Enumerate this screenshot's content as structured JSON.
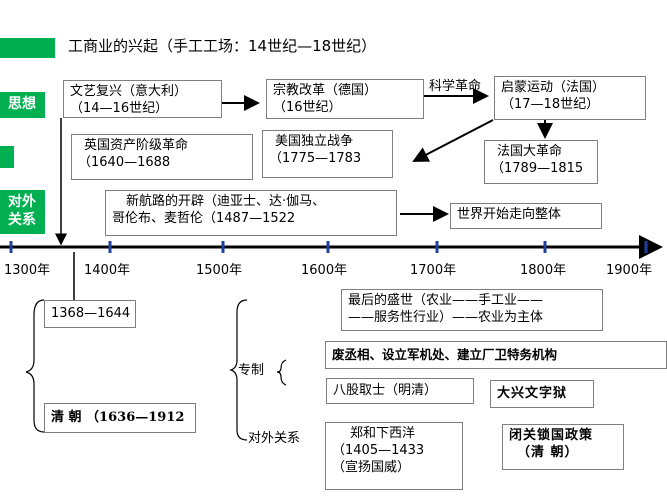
{
  "title": "工商业的兴起（手工工场：14世纪—18世纪）",
  "side_labels": {
    "thought": "思想",
    "foreign1": "对外",
    "foreign2": "关系"
  },
  "colors": {
    "accent": "#00b050",
    "timeline": "#000000"
  },
  "boxes": {
    "renaissance": {
      "line1": "文艺复兴（意大利）",
      "line2": "（14—16世纪）"
    },
    "reformation": {
      "line1": "宗教改革（德国）",
      "line2": "（16世纪）"
    },
    "sci_rev": "科学革命",
    "enlightenment": {
      "line1": "启蒙运动（法国）",
      "line2": "（17—18世纪）"
    },
    "british_rev": {
      "line1": "英国资产阶级革命",
      "line2": "（1640—1688"
    },
    "american_war": {
      "line1": "美国独立战争",
      "line2": "（1775—1783"
    },
    "french_rev": {
      "line1": "法国大革命",
      "line2": "（1789—1815"
    },
    "new_routes": {
      "line1": "新航路的开辟（迪亚士、达·伽马、",
      "line2": "哥伦布、麦哲伦（1487—1522"
    },
    "world_whole": "世界开始走向整体"
  },
  "timeline": {
    "years": [
      "1300年",
      "1400年",
      "1500年",
      "1600年",
      "1700年",
      "1800年",
      "1900年"
    ]
  },
  "lower": {
    "ming": "1368—1644",
    "qing": "清 朝 （1636—1912",
    "late_prosperity": {
      "line1": "最后的盛世（农业——手工业——",
      "line2": "——服务性行业）——农业为主体"
    },
    "autocracy_label": "专制",
    "abolish": "废丞相、设立军机处、建立厂卫特务机构",
    "bagu": "八股取士（明清）",
    "wenziyu": "大兴文字狱",
    "foreign_label": "对外关系",
    "zhenghe": {
      "line1": "郑和下西洋",
      "line2": "（1405—1433",
      "line3": "（宣扬国威）"
    },
    "closed_door": {
      "line1": "闭关锁国政策",
      "line2": "（清 朝）"
    }
  }
}
